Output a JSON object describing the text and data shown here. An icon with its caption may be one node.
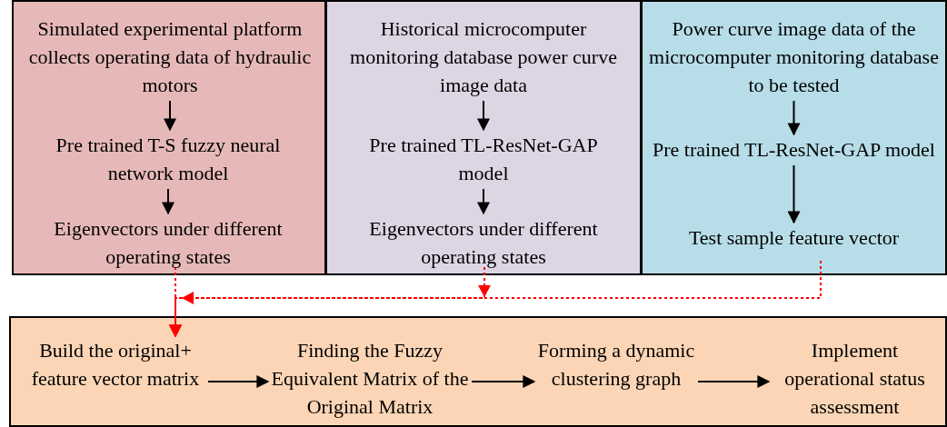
{
  "diagram": {
    "nodes": [
      {
        "text": [],
        "shape": "box"
      },
      {
        "text": [
          "Simulated experimental platform collects operating data of hydraulic motors"
        ],
        "in": 0
      },
      {
        "text": [
          "Pre trained T-S fuzzy neural network model"
        ],
        "in": 0
      },
      {
        "text": [
          "Eigenvectors under different operating states"
        ],
        "in": 0
      },
      {
        "text": [],
        "shape": "box"
      },
      {
        "text": [
          "Historical microcomputer monitoring database power curve image data"
        ],
        "in": 4
      },
      {
        "text": [
          "Pre trained TL-ResNet-GAP model"
        ],
        "in": 4
      },
      {
        "text": [
          "Eigenvectors under different operating states"
        ],
        "in": 4
      },
      {
        "text": [],
        "shape": "box"
      },
      {
        "text": [
          "Power curve image data of the microcomputer monitoring database to be tested"
        ],
        "in": 8
      },
      {
        "text": [
          "Pre trained TL-ResNet-GAP model"
        ],
        "in": 8
      },
      {
        "text": [
          "Test sample feature vector"
        ],
        "in": 8
      },
      {
        "text": [],
        "shape": "box"
      },
      {
        "text": [
          "Build the original+ feature vector matrix"
        ],
        "in": 12
      },
      {
        "text": [
          "Finding the Fuzzy Equivalent Matrix of the Original Matrix"
        ],
        "in": 12
      },
      {
        "text": [
          "Forming a dynamic clustering graph"
        ],
        "in": 12
      },
      {
        "text": [
          "Implement operational status assessment"
        ],
        "in": 12
      }
    ],
    "edges": [
      {
        "from": 1,
        "to": 2,
        "arrow": "to"
      },
      {
        "from": 2,
        "to": 3,
        "arrow": "to"
      },
      {
        "from": 5,
        "to": 6,
        "arrow": "to"
      },
      {
        "from": 6,
        "to": 7,
        "arrow": "to"
      },
      {
        "from": 9,
        "to": 10,
        "arrow": "to"
      },
      {
        "from": 10,
        "to": 11,
        "arrow": "to"
      },
      {
        "from": 13,
        "to": 14,
        "arrow": "to"
      },
      {
        "from": 14,
        "to": 15,
        "arrow": "to"
      },
      {
        "from": 15,
        "to": 16,
        "arrow": "to"
      },
      {
        "from": 3,
        "to": 13,
        "arrow": "to",
        "style": "dashed",
        "color": "#ff0000"
      },
      {
        "from": 7,
        "to": 13,
        "arrow": "to",
        "style": "dashed",
        "color": "#ff0000"
      },
      {
        "from": 11,
        "to": 13,
        "arrow": "to",
        "style": "dashed",
        "color": "#ff0000"
      }
    ]
  }
}
